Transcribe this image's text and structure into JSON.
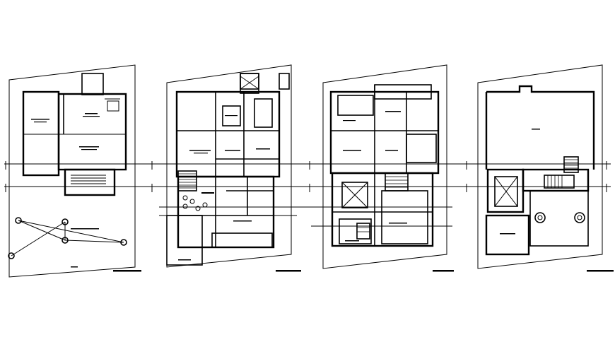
{
  "sheets": [
    {
      "id": "site-plan",
      "caption": ""
    },
    {
      "id": "ground-floor",
      "caption": ""
    },
    {
      "id": "first-floor",
      "caption": ""
    },
    {
      "id": "terrace-floor",
      "caption": ""
    }
  ],
  "colors": {
    "line": "#000000",
    "background": "#ffffff"
  }
}
